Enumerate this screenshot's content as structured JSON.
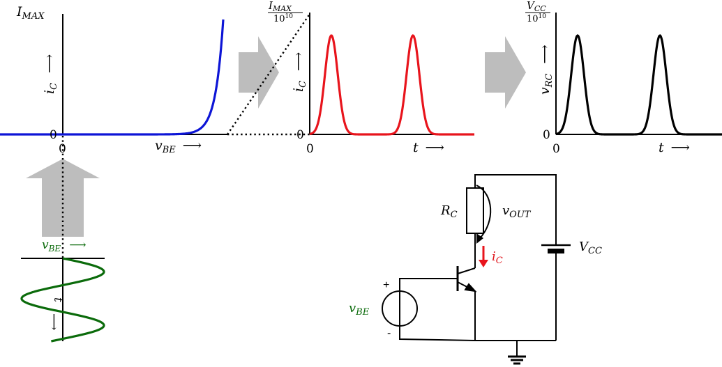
{
  "colors": {
    "blue": "#0d15d6",
    "red": "#e8141c",
    "green": "#0b6b0b",
    "black": "#000000",
    "arrow_gray": "#bdbdbd"
  },
  "panels": {
    "transfer": {
      "y_top_label": "I",
      "y_top_sub": "MAX",
      "y_axis_label": "i",
      "y_axis_sub": "C",
      "y_zero": "0",
      "x_zero": "0",
      "x_axis_label": "v",
      "x_axis_sub": "BE"
    },
    "current": {
      "y_top_num": "I",
      "y_top_num_sub": "MAX",
      "y_top_den": "10",
      "y_top_den_exp": "10",
      "y_axis_label": "i",
      "y_axis_sub": "C",
      "y_zero": "0",
      "x_zero": "0",
      "x_axis_label": "t"
    },
    "voltage": {
      "y_top_num": "V",
      "y_top_num_sub": "CC",
      "y_top_den": "10",
      "y_top_den_exp": "10",
      "y_axis_label": "v",
      "y_axis_sub": "RC",
      "y_zero": "0",
      "x_zero": "0",
      "x_axis_label": "t"
    },
    "input": {
      "x_axis_label": "v",
      "x_axis_sub": "BE",
      "t_label": "t"
    }
  },
  "arrow_glyph": "⟶",
  "circuit": {
    "rc_label": "R",
    "rc_sub": "C",
    "vout_label": "v",
    "vout_sub": "OUT",
    "ic_label": "i",
    "ic_sub": "C",
    "vcc_label": "V",
    "vcc_sub": "CC",
    "vbe_label": "v",
    "vbe_sub": "BE",
    "plus": "+",
    "minus": "-"
  }
}
